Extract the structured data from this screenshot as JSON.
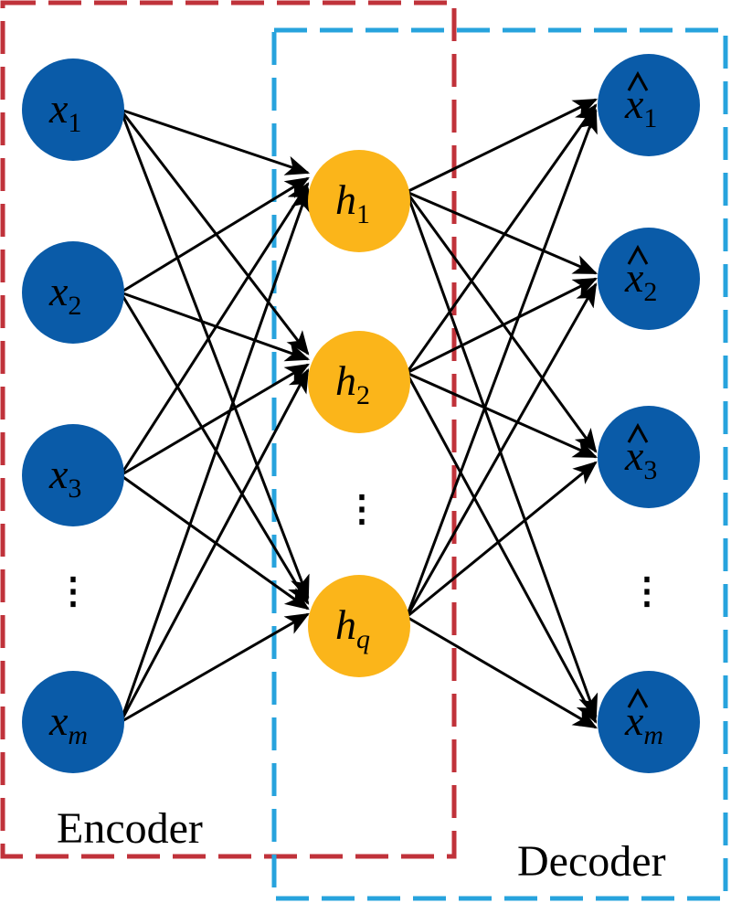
{
  "colors": {
    "input_node": "#0a5ba8",
    "hidden_node": "#fbb51a",
    "output_node": "#0a5ba8",
    "encoder_box": "#c0323a",
    "decoder_box": "#27a3dd",
    "edge": "#000000"
  },
  "labels": {
    "encoder": "Encoder",
    "decoder": "Decoder"
  },
  "nodes": {
    "input": [
      {
        "base": "x",
        "sub": "1",
        "sub_italic": false
      },
      {
        "base": "x",
        "sub": "2",
        "sub_italic": false
      },
      {
        "base": "x",
        "sub": "3",
        "sub_italic": false
      },
      {
        "base": "x",
        "sub": "m",
        "sub_italic": true
      }
    ],
    "hidden": [
      {
        "base": "h",
        "sub": "1",
        "sub_italic": false
      },
      {
        "base": "h",
        "sub": "2",
        "sub_italic": false
      },
      {
        "base": "h",
        "sub": "q",
        "sub_italic": true
      }
    ],
    "output": [
      {
        "base": "x",
        "sub": "1",
        "sub_italic": false,
        "hat": true
      },
      {
        "base": "x",
        "sub": "2",
        "sub_italic": false,
        "hat": true
      },
      {
        "base": "x",
        "sub": "3",
        "sub_italic": false,
        "hat": true
      },
      {
        "base": "x",
        "sub": "m",
        "sub_italic": true,
        "hat": true
      }
    ]
  },
  "ellipsis_glyph": "⋮"
}
